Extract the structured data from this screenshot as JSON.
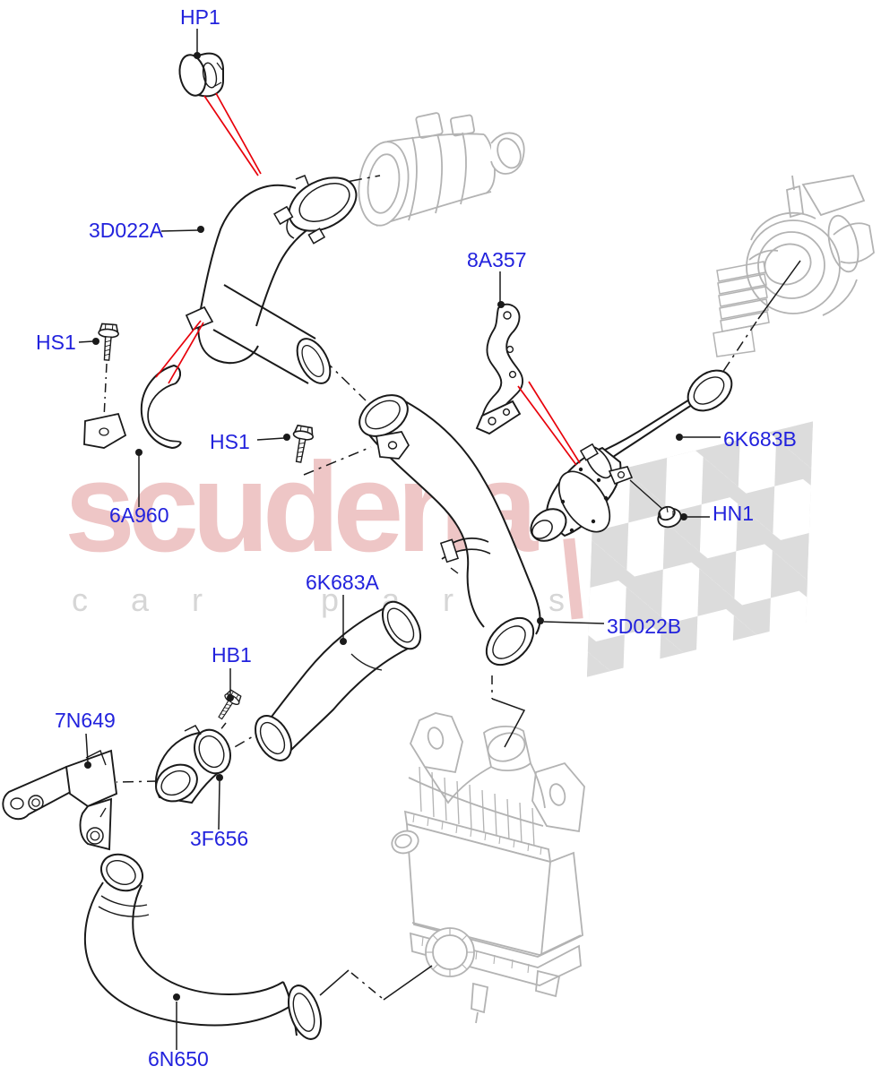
{
  "diagram": {
    "description": "Exploded parts diagram - intercooler / charge air ducts and hoses with turbocharger, air cleaner and intercooler shown as reference parts",
    "watermark": {
      "brand": "scuderia",
      "subtitle": "car parts"
    },
    "labels": {
      "hp1": "HP1",
      "duct_3d022a": "3D022A",
      "hs1": "HS1",
      "bracket_8a357": "8A357",
      "pipe_6k683b": "6K683B",
      "nut_hn1": "HN1",
      "clamp_6a960": "6A960",
      "hose_6k683a": "6K683A",
      "pipe_3d022b": "3D022B",
      "bolt_hb1": "HB1",
      "bracket_7n649": "7N649",
      "elbow_3f656": "3F656",
      "hose_6n650": "6N650"
    },
    "colors": {
      "label_blue": "#2222dd",
      "line_black": "#1a1a1a",
      "callout_red": "#e8000a",
      "reference_gray": "#b3b3b3",
      "watermark_pink": "#eec6c6",
      "watermark_gray": "#d6d6d6",
      "flag_gray": "#dcdcdc",
      "background": "#ffffff"
    }
  }
}
